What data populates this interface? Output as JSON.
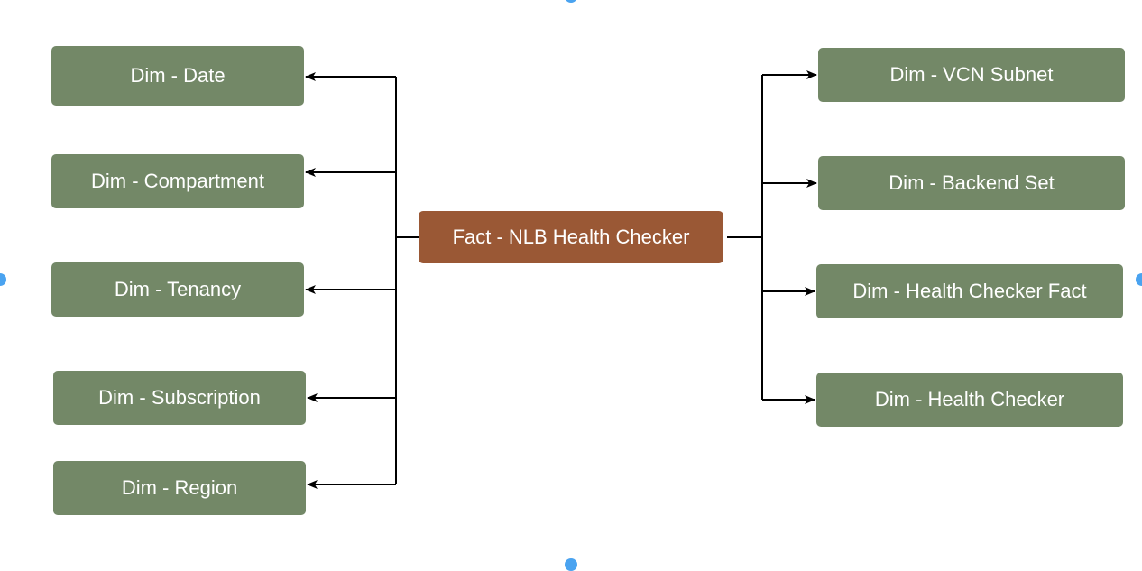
{
  "colors": {
    "dim_fill": "#738867",
    "fact_fill": "#9a5835",
    "text": "#ffffff",
    "connector": "#000000",
    "selection_handle": "#4aa3f0"
  },
  "fact": {
    "label": "Fact - NLB Health Checker"
  },
  "left_dimensions": [
    {
      "label": "Dim - Date"
    },
    {
      "label": "Dim - Compartment"
    },
    {
      "label": "Dim - Tenancy"
    },
    {
      "label": "Dim - Subscription"
    },
    {
      "label": "Dim - Region"
    }
  ],
  "right_dimensions": [
    {
      "label": "Dim - VCN Subnet"
    },
    {
      "label": "Dim - Backend Set"
    },
    {
      "label": "Dim - Health Checker Fact"
    },
    {
      "label": "Dim - Health Checker"
    }
  ]
}
